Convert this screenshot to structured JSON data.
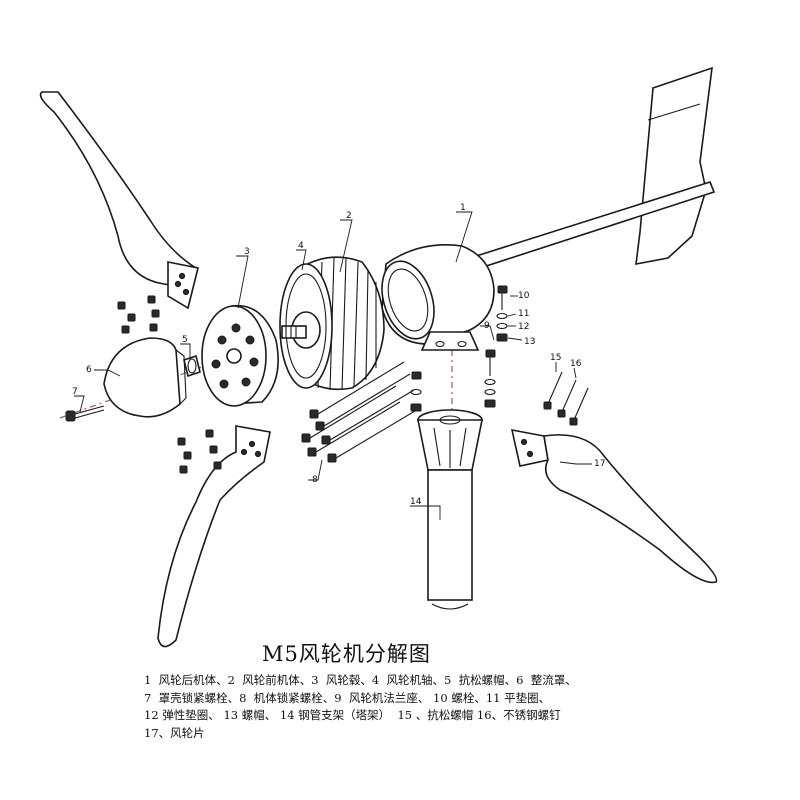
{
  "title": "M5风轮机分解图",
  "legend_lines": [
    "1  风轮后机体、2  风轮前机体、3  风轮毂、4  风轮机轴、5  抗松螺帽、6  整流罩、",
    "7  罩壳锁紧螺栓、8  机体锁紧螺栓、9  风轮机法兰座、 10 螺栓、11 平垫圈、",
    "12 弹性垫圈、 13 螺帽、 14 钢管支架（塔架）  15 、抗松螺帽 16、不锈钢螺钉",
    "17、风轮片"
  ],
  "callouts": {
    "c1": "1",
    "c2": "2",
    "c3": "3",
    "c4": "4",
    "c5": "5",
    "c6": "6",
    "c7": "7",
    "c8": "8",
    "c9": "9",
    "c10": "10",
    "c11": "11",
    "c12": "12",
    "c13": "13",
    "c14": "14",
    "c15": "15",
    "c16": "16",
    "c17": "17"
  },
  "colors": {
    "axis_line": "#a0528c",
    "ink": "#1a1a1a",
    "background": "#ffffff"
  }
}
